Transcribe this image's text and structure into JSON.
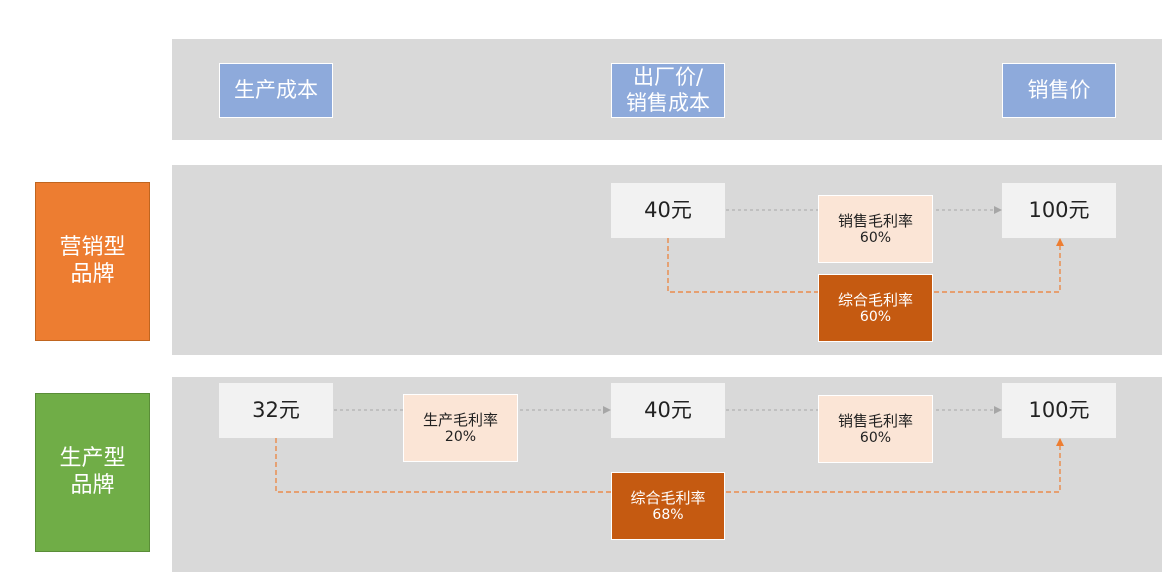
{
  "header": {
    "col1": "生产成本",
    "col2_line1": "出厂价/",
    "col2_line2": "销售成本",
    "col3": "销售价"
  },
  "marketing": {
    "label_line1": "营销型",
    "label_line2": "品牌",
    "label_color": "#ed7d31",
    "factory_price": "40元",
    "sale_price": "100元",
    "sales_margin_label": "销售毛利率",
    "sales_margin_value": "60%",
    "total_margin_label": "综合毛利率",
    "total_margin_value": "60%"
  },
  "production": {
    "label_line1": "生产型",
    "label_line2": "品牌",
    "label_color": "#70ad47",
    "cost": "32元",
    "factory_price": "40元",
    "sale_price": "100元",
    "production_margin_label": "生产毛利率",
    "production_margin_value": "20%",
    "sales_margin_label": "销售毛利率",
    "sales_margin_value": "60%",
    "total_margin_label": "综合毛利率",
    "total_margin_value": "68%"
  },
  "colors": {
    "band": "#d9d9d9",
    "header_box": "#8eaadb",
    "value_box": "#f2f2f2",
    "margin_box": "#fbe5d6",
    "total_margin_box": "#c55a11",
    "dashed_orange": "#ed7d31",
    "dashed_gray": "#a6a6a6"
  }
}
